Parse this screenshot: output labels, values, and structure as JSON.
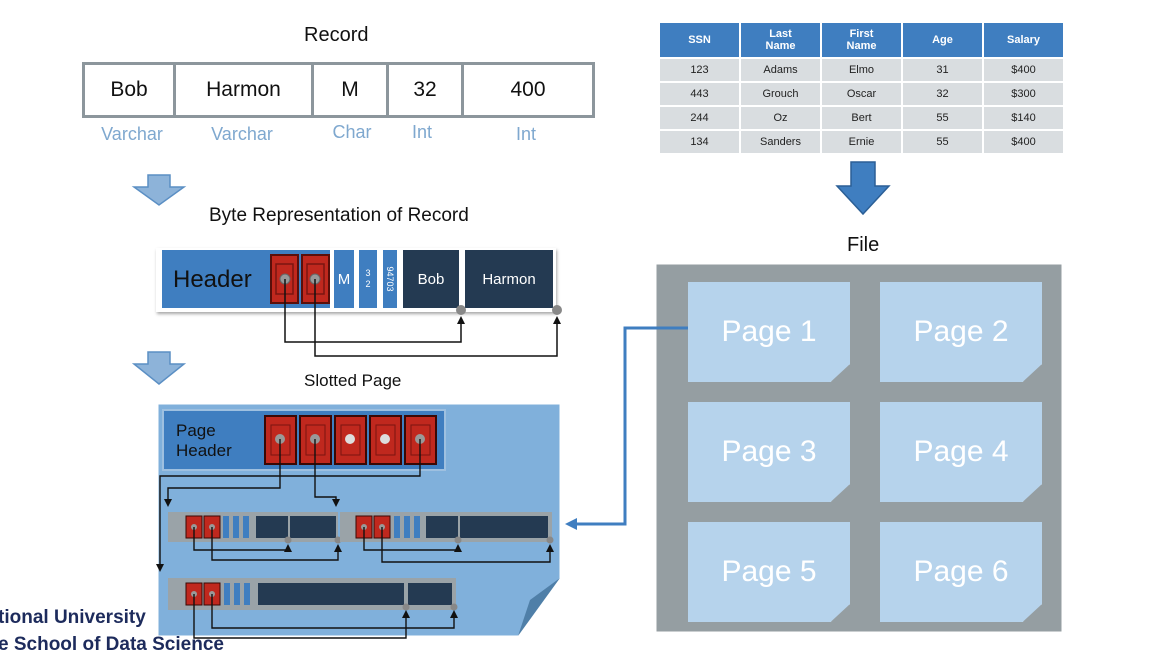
{
  "record": {
    "title": "Record",
    "fields": [
      "Bob",
      "Harmon",
      "M",
      "32",
      "400"
    ],
    "types": [
      "Varchar",
      "Varchar",
      "Char",
      "Int",
      "Int"
    ]
  },
  "byte_rep": {
    "title": "Byte Representation of Record",
    "header": "Header",
    "fixed": [
      "M",
      "3\n2",
      "94703"
    ],
    "var": [
      "Bob",
      "Harmon"
    ]
  },
  "slotted": {
    "title": "Slotted Page",
    "header": "Page\nHeader"
  },
  "table": {
    "columns": [
      "SSN",
      "Last\nName",
      "First\nName",
      "Age",
      "Salary"
    ],
    "rows": [
      [
        "123",
        "Adams",
        "Elmo",
        "31",
        "$400"
      ],
      [
        "443",
        "Grouch",
        "Oscar",
        "32",
        "$300"
      ],
      [
        "244",
        "Oz",
        "Bert",
        "55",
        "$140"
      ],
      [
        "134",
        "Sanders",
        "Ernie",
        "55",
        "$400"
      ]
    ]
  },
  "file": {
    "title": "File",
    "pages": [
      "Page 1",
      "Page 2",
      "Page 3",
      "Page 4",
      "Page 5",
      "Page 6"
    ]
  },
  "footer": {
    "line1": "tional University",
    "line2": "e School of Data Science"
  },
  "colors": {
    "accent_blue": "#3f7ec0",
    "dark_navy": "#243a52",
    "slot_red": "#c0281e",
    "page_blue": "#b6d3ec",
    "file_gray": "#959ea2",
    "type_label": "#7fa8cf"
  }
}
